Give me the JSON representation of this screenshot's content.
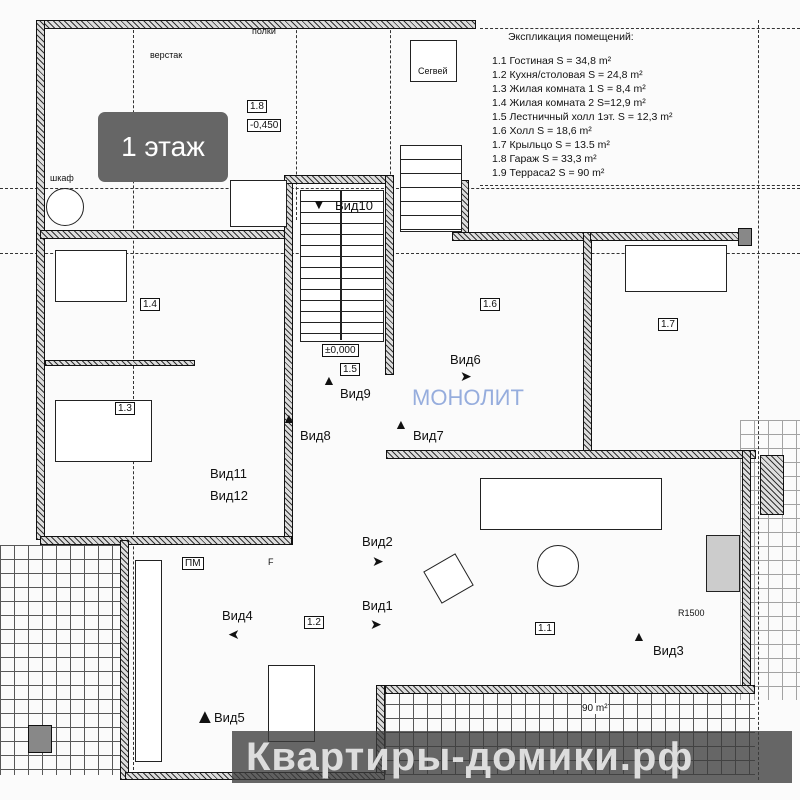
{
  "legend": {
    "title": "Экспликация помещений:",
    "items": [
      "1.1 Гостиная S = 34,8 m²",
      "1.2 Кухня/столовая S = 24,8 m²",
      "1.3 Жилая комната 1   S = 8,4 m²",
      "1.4 Жилая комната 2  S=12,9 m²",
      "1.5 Лестничный холл 1эт. S = 12,3 m²",
      "1.6  Холл S = 18,6 m²",
      "1.7 Крыльцо S = 13.5 m²",
      "1.8 Гараж S = 33,3 m²",
      "1.9 Терраса2 S = 90 m²"
    ]
  },
  "floor_badge": "1 этаж",
  "garage": {
    "workbench": "верстак",
    "shelves": "полки",
    "segway": "Сегвей",
    "wardrobe": "шкаф",
    "room": "1.8",
    "level": "-0,450"
  },
  "rooms": {
    "r11": "1.1",
    "r12": "1.2",
    "r13": "1.3",
    "r14": "1.4",
    "r15": "1.5",
    "r16": "1.6",
    "r17": "1.7",
    "level0": "±0,000",
    "pm": "ПМ",
    "f": "F",
    "radius": "R1500",
    "terrace_area": "90 m²"
  },
  "views": {
    "v1": "Вид1",
    "v2": "Вид2",
    "v3": "Вид3",
    "v4": "Вид4",
    "v5": "Вид5",
    "v6": "Вид6",
    "v7": "Вид7",
    "v8": "Вид8",
    "v9": "Вид9",
    "v10": "Вид10",
    "v11": "Вид11",
    "v12": "Вид12"
  },
  "watermarks": {
    "monolit": "МОНОЛИТ",
    "site": "Квартиры-домики.рф"
  }
}
